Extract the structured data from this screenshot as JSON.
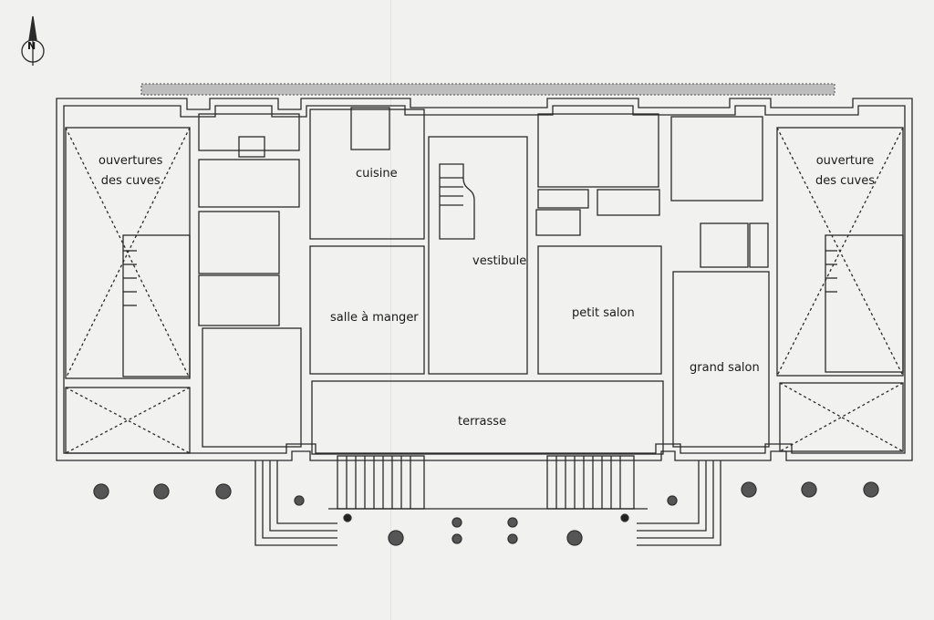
{
  "labels": {
    "north": "N",
    "ouvertures_left_line1": "ouvertures",
    "ouvertures_left_line2": "des cuves",
    "cuisine": "cuisine",
    "vestibule": "vestibule",
    "salle": "salle à manger",
    "petit_salon": "petit salon",
    "grand_salon": "grand salon",
    "terrasse": "terrasse",
    "ouverture_right_line1": "ouverture",
    "ouverture_right_line2": "des cuves"
  },
  "colors": {
    "paper": "#f1f1f0",
    "ink": "#2a2a2a",
    "hedge": "#5a5a5a"
  }
}
